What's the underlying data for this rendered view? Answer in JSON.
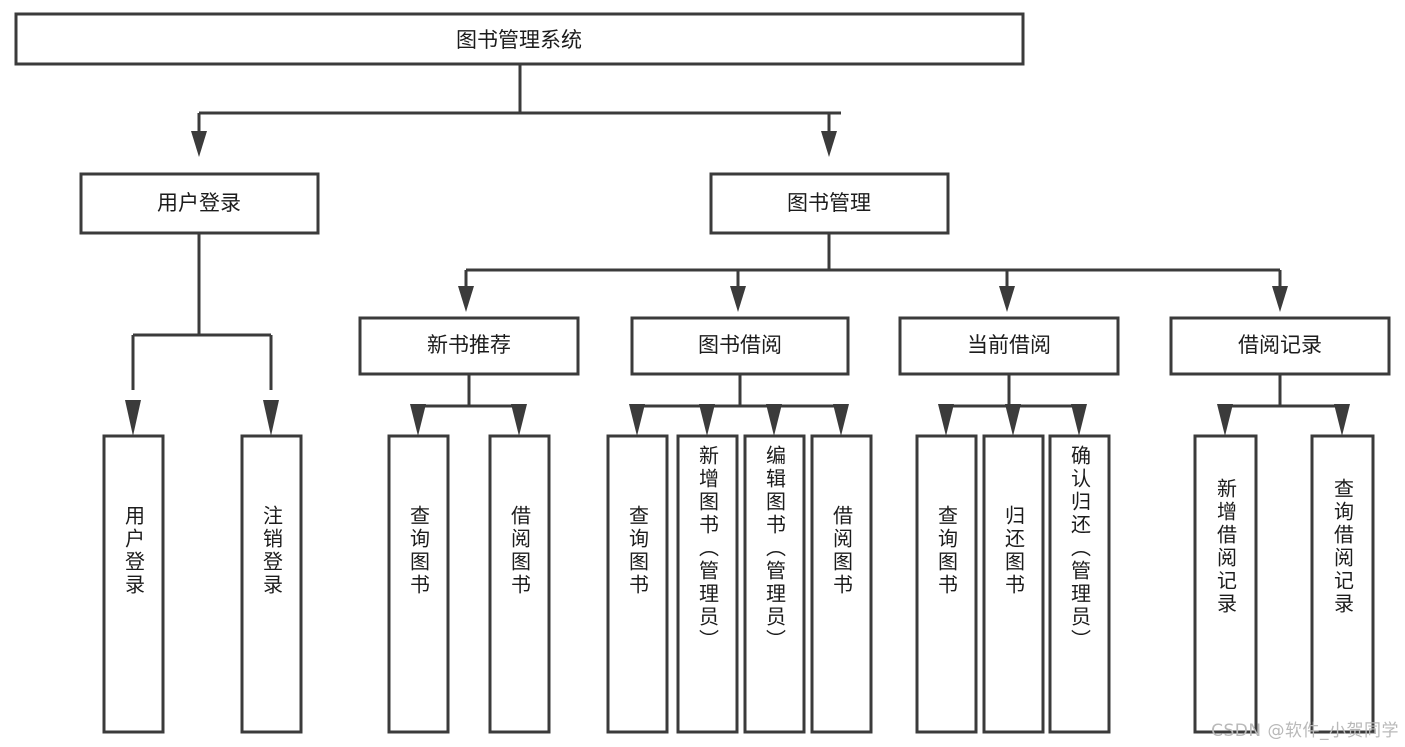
{
  "diagram": {
    "title_node": {
      "label": "图书管理系统"
    },
    "level1": [
      {
        "id": "user-login",
        "label": "用户登录"
      },
      {
        "id": "book-manage",
        "label": "图书管理"
      }
    ],
    "level2": [
      {
        "id": "new-book-recommend",
        "label": "新书推荐"
      },
      {
        "id": "book-borrow",
        "label": "图书借阅"
      },
      {
        "id": "current-borrow",
        "label": "当前借阅"
      },
      {
        "id": "borrow-record",
        "label": "借阅记录"
      }
    ],
    "leaves": {
      "user_login": [
        {
          "id": "leaf-user-login",
          "label": "用户登录"
        },
        {
          "id": "leaf-logout-login",
          "label": "注销登录"
        }
      ],
      "new_book_recommend": [
        {
          "id": "leaf-query-book-1",
          "label": "查询图书"
        },
        {
          "id": "leaf-borrow-book-1",
          "label": "借阅图书"
        }
      ],
      "book_borrow": [
        {
          "id": "leaf-query-book-2",
          "label": "查询图书"
        },
        {
          "id": "leaf-add-book",
          "label": "新增图书（管理员）"
        },
        {
          "id": "leaf-edit-book",
          "label": "编辑图书（管理员）"
        },
        {
          "id": "leaf-borrow-book-2",
          "label": "借阅图书"
        }
      ],
      "current_borrow": [
        {
          "id": "leaf-query-book-3",
          "label": "查询图书"
        },
        {
          "id": "leaf-return-book",
          "label": "归还图书"
        },
        {
          "id": "leaf-confirm-return",
          "label": "确认归还（管理员）"
        }
      ],
      "borrow_record": [
        {
          "id": "leaf-add-borrow-record",
          "label": "新增借阅记录"
        },
        {
          "id": "leaf-query-borrow-record",
          "label": "查询借阅记录"
        }
      ]
    }
  },
  "watermark": {
    "text": "CSDN @软件_小贺同学"
  },
  "colors": {
    "box_stroke": "#3b3b3b",
    "box_fill": "#ffffff",
    "text": "#1c1c1c",
    "watermark": "#b9b9b9",
    "background": "#ffffff"
  }
}
